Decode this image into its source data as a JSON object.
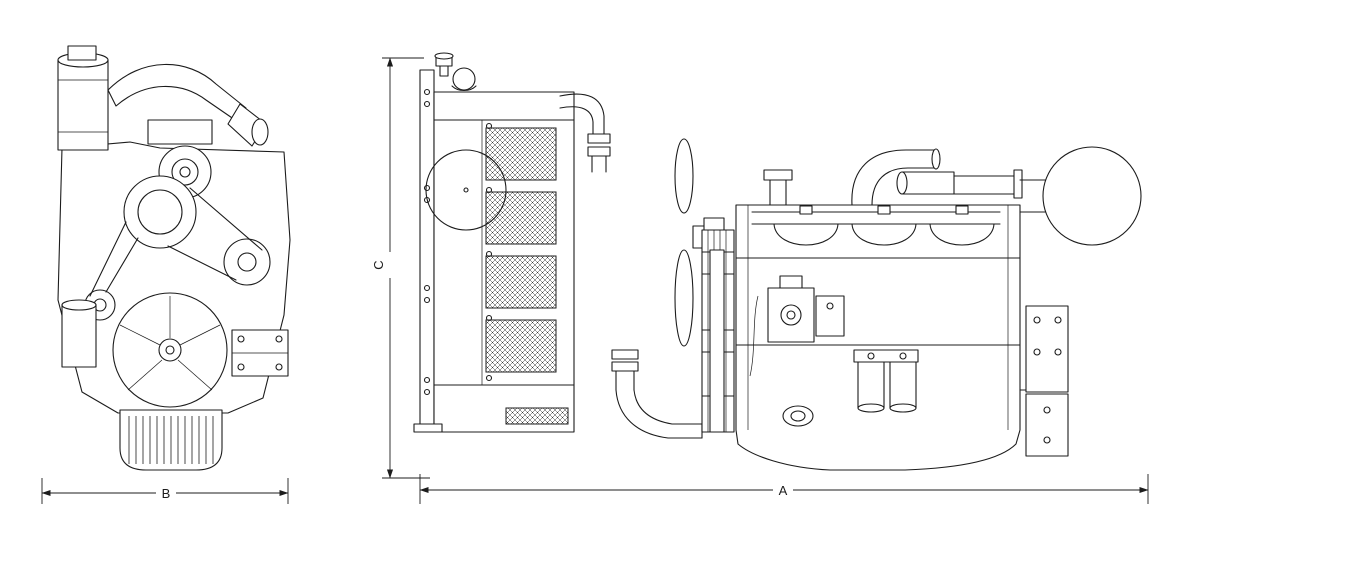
{
  "colors": {
    "line": "#1c1c1c",
    "background": "#ffffff"
  },
  "dimensions": {
    "a_label": "A",
    "b_label": "B",
    "c_label": "C"
  }
}
